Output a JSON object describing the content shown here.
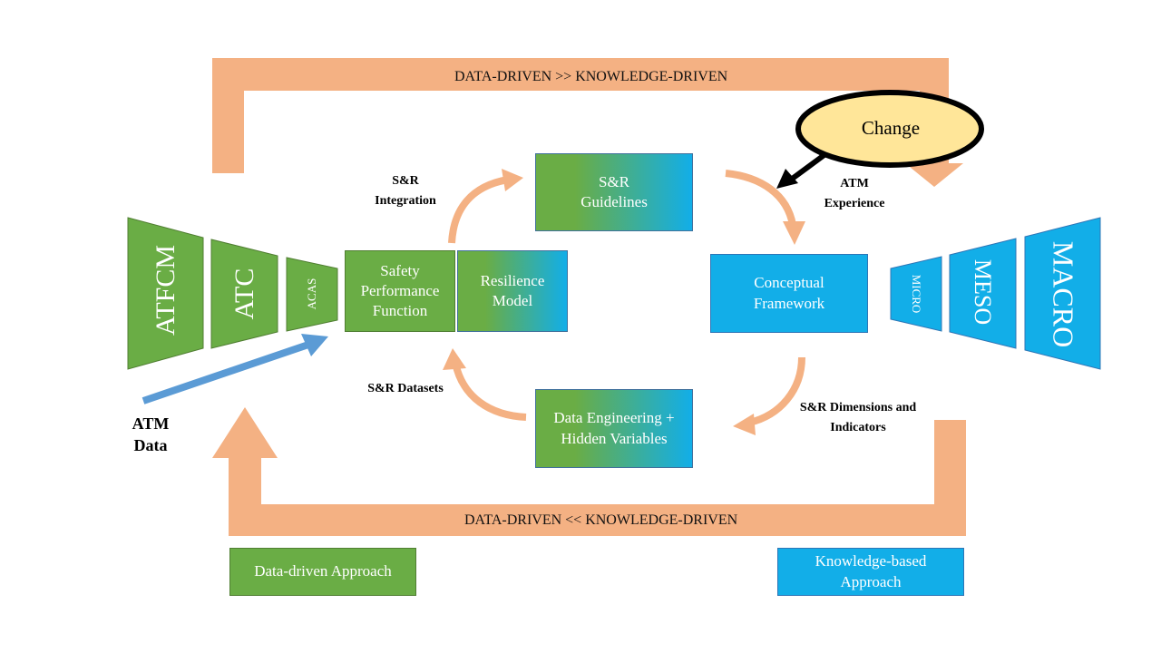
{
  "top_band": {
    "label": "DATA-DRIVEN >> KNOWLEDGE-DRIVEN"
  },
  "bottom_band": {
    "label": "DATA-DRIVEN << KNOWLEDGE-DRIVEN"
  },
  "change": {
    "label": "Change"
  },
  "left_funnel": [
    "ATFCM",
    "ATC",
    "ACAS"
  ],
  "right_funnel": [
    "MICRO",
    "MESO",
    "MACRO"
  ],
  "boxes": {
    "safety": "Safety Performance Function",
    "resilience": "Resilience Model",
    "guidelines": "S&R Guidelines",
    "conceptual": "Conceptual Framework",
    "data_eng": "Data Engineering + Hidden Variables",
    "data_driven": "Data-driven Approach",
    "knowledge_based": "Knowledge-based Approach"
  },
  "labels": {
    "integration": "S&R Integration",
    "atm_experience": "ATM Experience",
    "datasets": "S&R Datasets",
    "dimensions": "S&R Dimensions and Indicators",
    "atm_data": "ATM Data"
  },
  "colors": {
    "green": "#6aad45",
    "blue": "#12aee8",
    "band": "#f4b183",
    "change_fill": "#ffe699",
    "arrow_blue": "#5b9bd5"
  }
}
